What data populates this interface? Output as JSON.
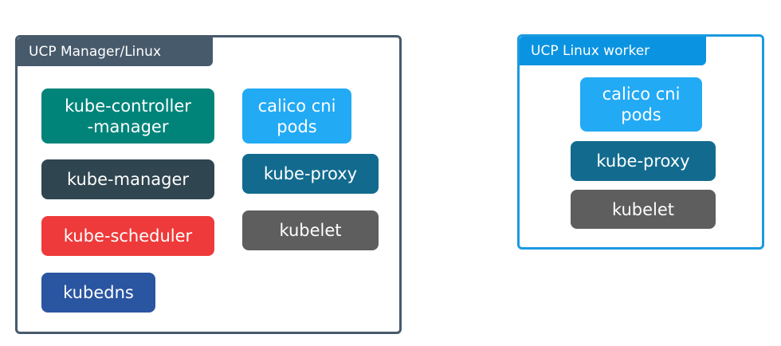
{
  "manager": {
    "title": "UCP Manager/Linux",
    "border_color": "#475a6b",
    "components": [
      {
        "label": "kube-controller\n-manager",
        "color": "#00847a"
      },
      {
        "label": "kube-manager",
        "color": "#2f4550"
      },
      {
        "label": "kube-scheduler",
        "color": "#ee3a3a"
      },
      {
        "label": "kubedns",
        "color": "#2a55a0"
      },
      {
        "label": "calico cni\npods",
        "color": "#22aaf5"
      },
      {
        "label": "kube-proxy",
        "color": "#126b8f"
      },
      {
        "label": "kubelet",
        "color": "#5e5e5e"
      }
    ]
  },
  "worker": {
    "title": "UCP Linux worker",
    "border_color": "#1a9ae0",
    "components": [
      {
        "label": "calico cni\npods",
        "color": "#22aaf5"
      },
      {
        "label": "kube-proxy",
        "color": "#126b8f"
      },
      {
        "label": "kubelet",
        "color": "#5e5e5e"
      }
    ]
  }
}
